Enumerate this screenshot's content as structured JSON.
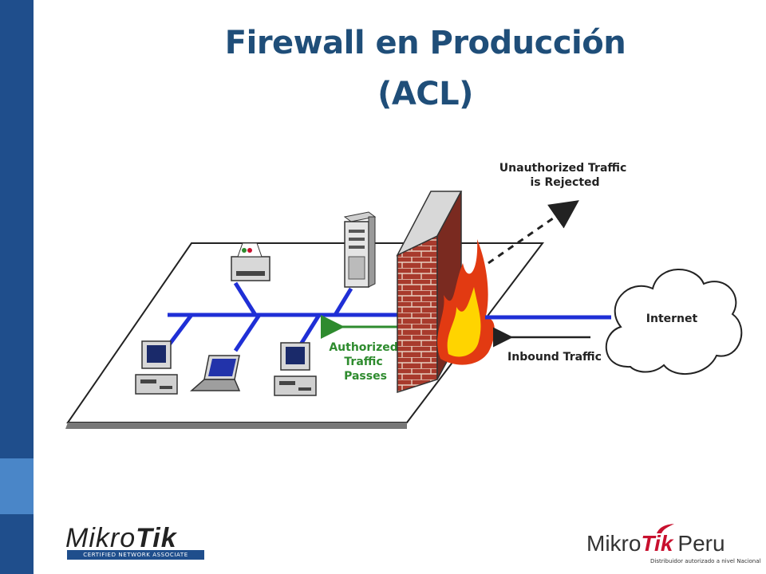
{
  "slide": {
    "title_line1": "Firewall en Producción",
    "title_line2": "(ACL)"
  },
  "diagram": {
    "unauthorized_label_line1": "Unauthorized Traffic",
    "unauthorized_label_line2": "is Rejected",
    "authorized_label_line1": "Authorized",
    "authorized_label_line2": "Traffic",
    "authorized_label_line3": "Passes",
    "inbound_label": "Inbound Traffic",
    "internet_label": "Internet"
  },
  "logos": {
    "left_brand_light": "Mikro",
    "left_brand_bold": "Tik",
    "left_tagline": "CERTIFIED NETWORK ASSOCIATE",
    "right_brand_light": "Mikro",
    "right_brand_bold": "Tik",
    "right_brand_suffix": "Peru",
    "right_tagline": "Distribuidor autorizado a nivel Nacional"
  },
  "colors": {
    "side_bar": "#1f4e8c",
    "title": "#1f4e79",
    "network_line": "#1f2fd6",
    "authorized_arrow": "#2e8b2e",
    "brick": "#a52a2a"
  }
}
